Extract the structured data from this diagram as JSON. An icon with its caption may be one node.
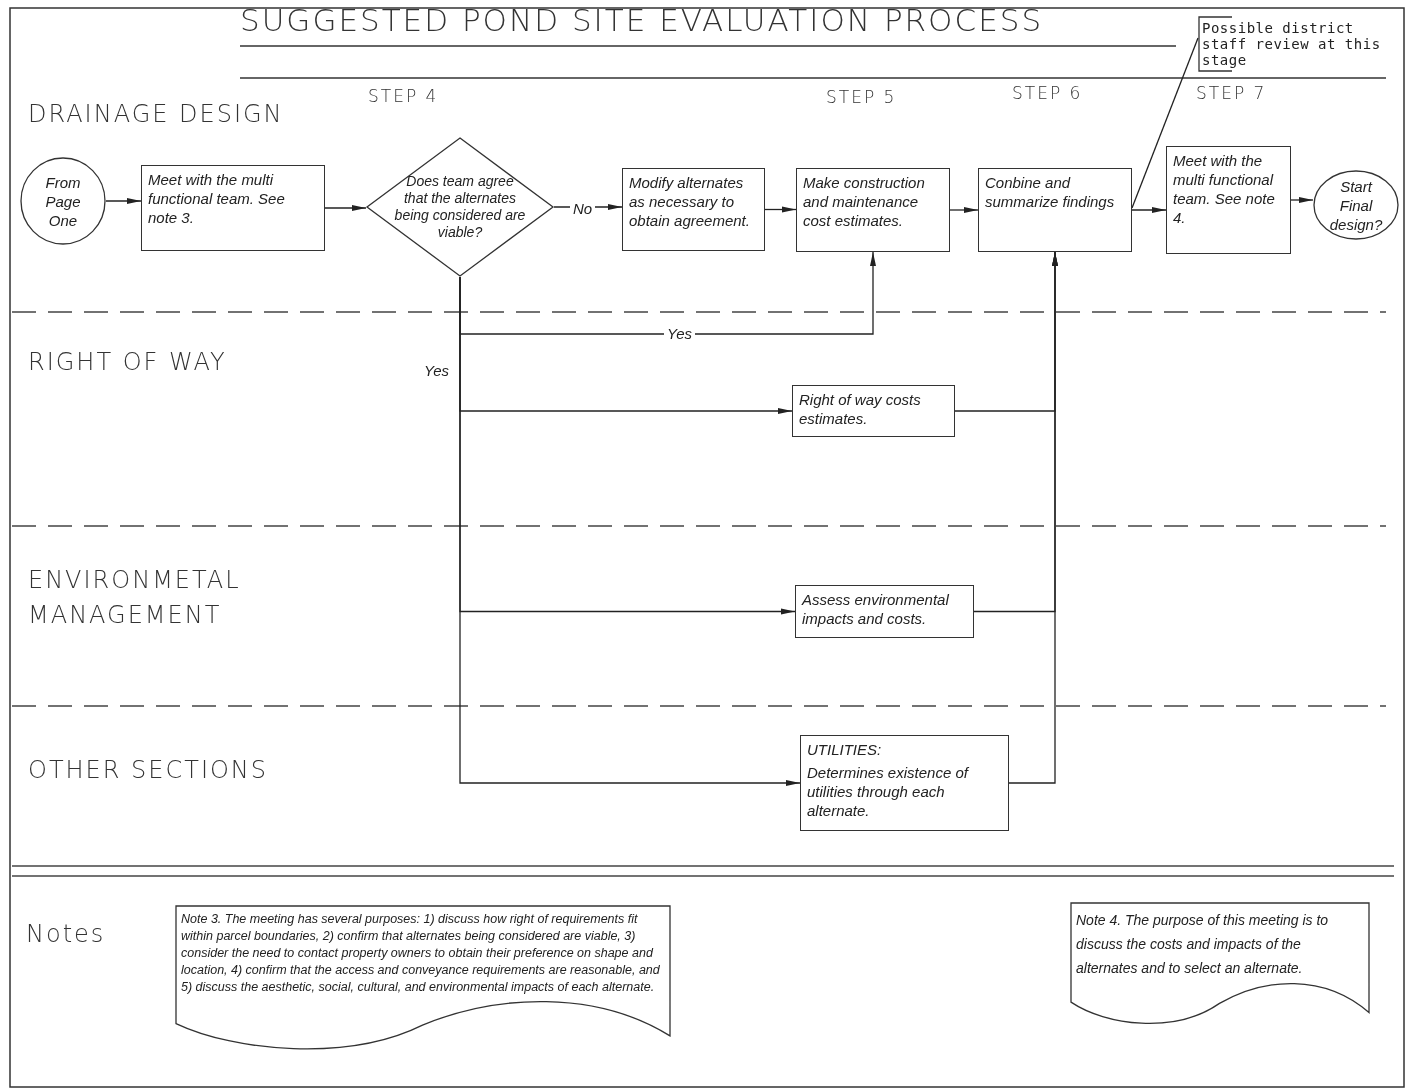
{
  "diagram": {
    "title": "SUGGESTED POND SITE EVALUATION PROCESS",
    "nodes": [
      {
        "text": [
          "From Page One"
        ]
      },
      {
        "text": [
          "Meet with the multi functional team.  See note 3."
        ]
      },
      {
        "text": [
          "Does team agree that the alternates being considered are viable?"
        ]
      },
      {
        "text": [
          "Modify alternates as necessary to obtain agreement."
        ]
      },
      {
        "text": [
          "Make construction and maintenance cost estimates."
        ]
      },
      {
        "text": [
          "Conbine and summarize findings"
        ]
      },
      {
        "text": [
          "Meet with the multi functional team.  See note 4."
        ]
      },
      {
        "text": [
          "Start Final design?"
        ]
      },
      {
        "text": [
          "Right of way costs estimates."
        ]
      },
      {
        "text": [
          "Assess environmental impacts and costs."
        ]
      },
      {
        "text": [
          "UTILITIES:",
          "Determines existence of utilities through each alternate."
        ]
      },
      {
        "text": [
          "Possible district staff review at this stage"
        ]
      },
      {
        "text": [
          "Note 3.  The meeting has several purposes: 1) discuss how  right of requirements fit within parcel boundaries, 2) confirm  that alternates being considered are viable, 3) consider the need to contact property owners to obtain their preference on shape and location, 4) confirm  that the access and conveyance requirements are reasonable, and 5) discuss the aesthetic, social, cultural, and environmental impacts of each alternate."
        ]
      },
      {
        "text": [
          "Note 4. The purpose of this meeting is to discuss the costs and impacts of the alternates and to select an alternate."
        ]
      }
    ],
    "edges": [
      {
        "from": 0,
        "to": 1,
        "arrow": "to"
      },
      {
        "from": 1,
        "to": 2,
        "arrow": "to"
      },
      {
        "from": 2,
        "to": 3,
        "label": "No",
        "arrow": "to"
      },
      {
        "from": 3,
        "to": 4,
        "arrow": "to"
      },
      {
        "from": 4,
        "to": 5,
        "arrow": "to"
      },
      {
        "from": 5,
        "to": 6,
        "arrow": "to"
      },
      {
        "from": 6,
        "to": 7,
        "arrow": "to"
      },
      {
        "from": 2,
        "to": 4,
        "label": "Yes",
        "arrow": "to"
      },
      {
        "from": 2,
        "to": 8,
        "label": "Yes",
        "arrow": "to"
      },
      {
        "from": 2,
        "to": 9,
        "arrow": "to"
      },
      {
        "from": 2,
        "to": 10,
        "arrow": "to"
      },
      {
        "from": 8,
        "to": 5,
        "arrow": "to"
      },
      {
        "from": 9,
        "to": 5,
        "arrow": "to"
      },
      {
        "from": 10,
        "to": 5,
        "arrow": "to"
      },
      {
        "from": 11,
        "to": 5,
        "arrow": "none"
      }
    ],
    "labels": [
      "STEP 4",
      "STEP 5",
      "STEP 6",
      "STEP 7",
      "DRAINAGE DESIGN",
      "RIGHT OF WAY",
      "ENVIRONMETAL MANAGEMENT",
      "OTHER SECTIONS",
      "Notes"
    ]
  }
}
